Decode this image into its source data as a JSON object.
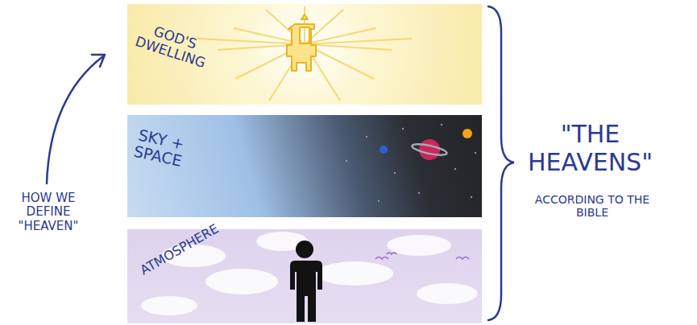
{
  "diagram": {
    "nodes": [
      {
        "text": [
          "GOD'S DWELLING"
        ]
      },
      {
        "text": [
          "SKY + SPACE"
        ]
      },
      {
        "text": [
          "ATMOSPHERE"
        ]
      }
    ],
    "labels": [
      "HOW WE DEFINE \"HEAVEN\"",
      "\"THE HEAVENS\"",
      "ACCORDING TO THE BIBLE"
    ]
  }
}
